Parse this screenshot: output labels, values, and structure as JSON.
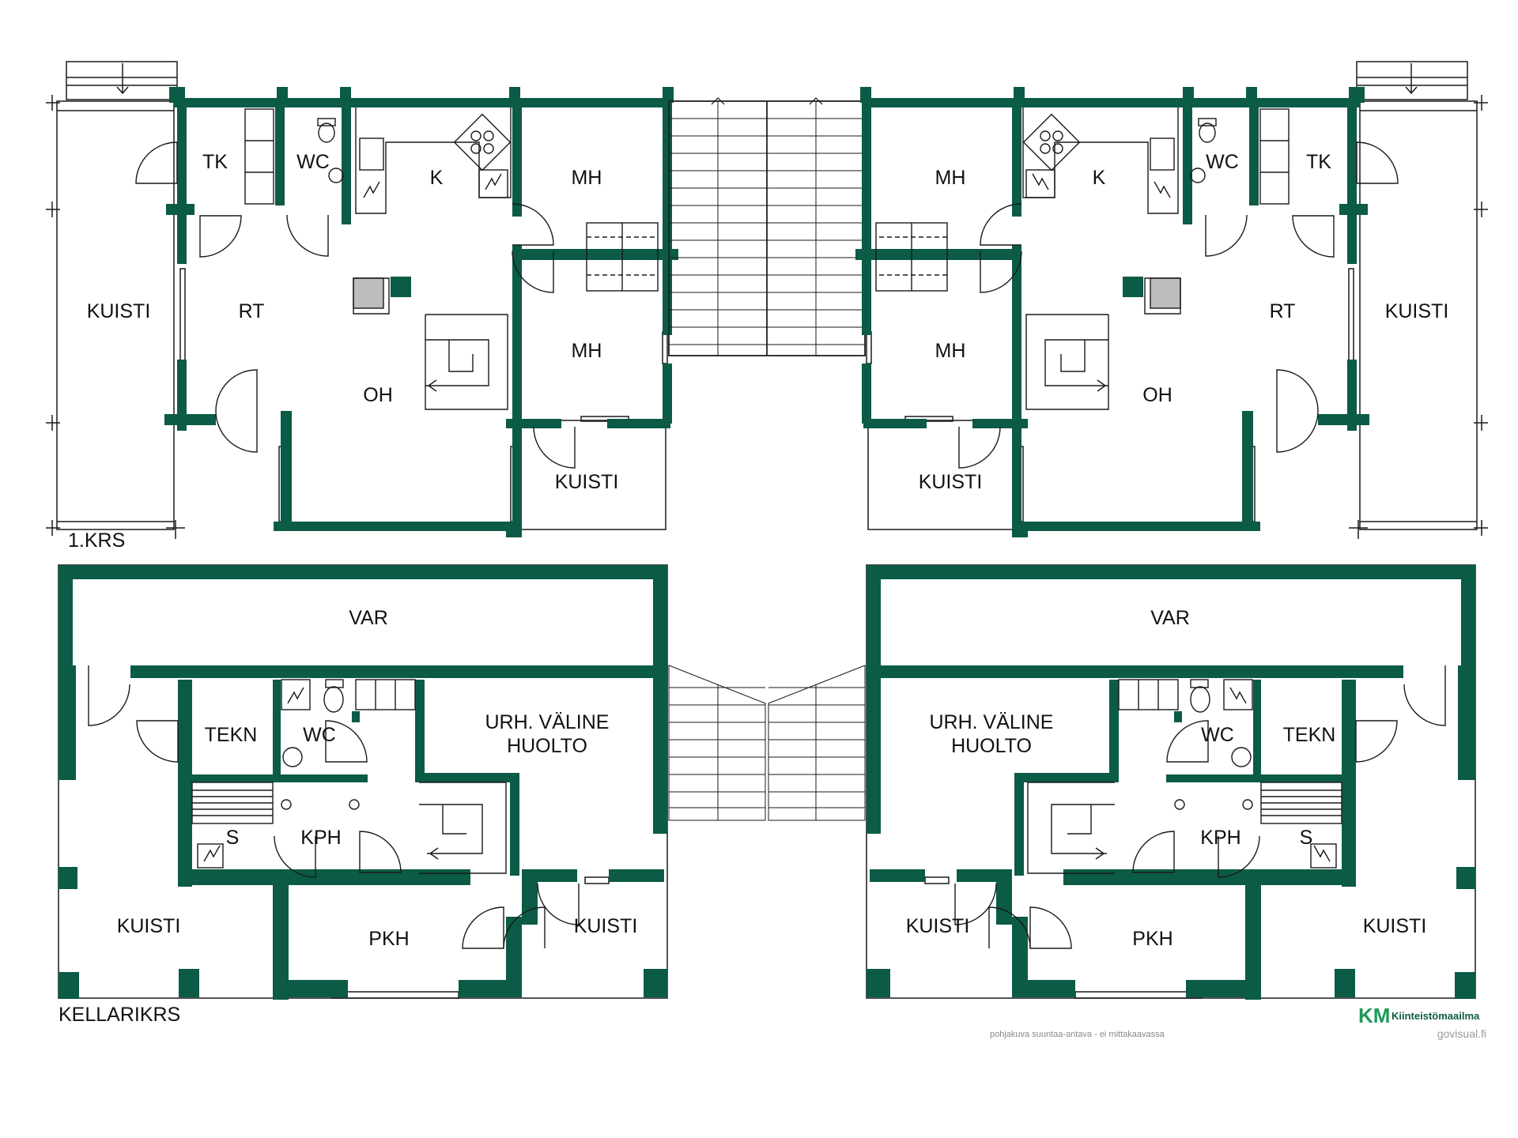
{
  "floors": {
    "upper_label": "1.KRS",
    "basement_label": "KELLARIKRS"
  },
  "rooms": {
    "tk": "TK",
    "wc": "WC",
    "k": "K",
    "mh": "MH",
    "kuisti": "KUISTI",
    "rt": "RT",
    "oh": "OH",
    "var": "VAR",
    "tekn": "TEKN",
    "urh_line1": "URH. VÄLINE",
    "urh_line2": "HUOLTO",
    "s": "S",
    "kph": "KPH",
    "pkh": "PKH"
  },
  "footer": {
    "note": "pohjakuva suuntaa-antava - ei mittakaavassa",
    "brand_mark": "KM",
    "brand_text": "Kiinteistömaailma",
    "website": "govisual.fi"
  },
  "colors": {
    "wall": "#0b5b46",
    "line": "#1a1a1a",
    "background": "#ffffff"
  }
}
